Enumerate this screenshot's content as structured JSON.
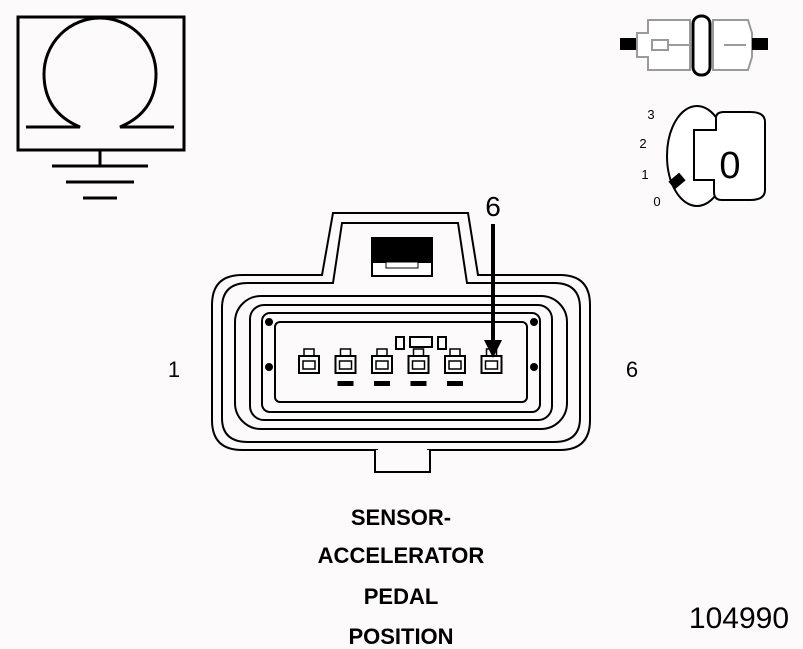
{
  "ohmmeter": {
    "symbol": "Ω"
  },
  "ignition_switch": {
    "positions": [
      "3",
      "2",
      "1",
      "0"
    ],
    "key_position": "0"
  },
  "connector": {
    "left_pin_label": "1",
    "right_pin_label": "6",
    "probe_pin_label": "6",
    "pin_count": 6
  },
  "caption": {
    "line1": "SENSOR-",
    "line2": "ACCELERATOR",
    "line3": "PEDAL",
    "line4": "POSITION"
  },
  "figure_number": "104990",
  "colors": {
    "ink": "#000000",
    "background": "#fcfafa",
    "ghost": "#9a9a9a"
  }
}
